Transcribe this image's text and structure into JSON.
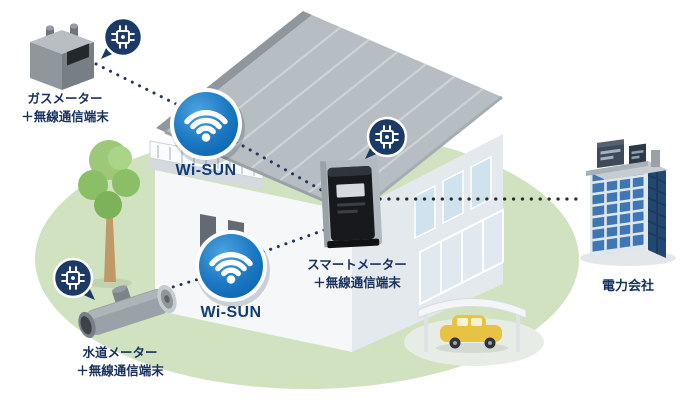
{
  "diagram": {
    "nodes": {
      "gas_meter": {
        "label_line1": "ガスメーター",
        "label_line2": "＋無線通信端末",
        "icon": "circuit-chip-icon"
      },
      "water_meter": {
        "label_line1": "水道メーター",
        "label_line2": "＋無線通信端末",
        "icon": "circuit-chip-icon"
      },
      "smart_meter": {
        "label_line1": "スマートメーター",
        "label_line2": "＋無線通信端末",
        "icon": "circuit-chip-icon"
      },
      "wisun_upper": {
        "label": "Wi-SUN",
        "icon": "wifi-icon"
      },
      "wisun_lower": {
        "label": "Wi-SUN",
        "icon": "wifi-icon"
      },
      "power_company": {
        "label": "電力会社"
      }
    },
    "connections": [
      {
        "from": "gas_meter",
        "to": "wisun_upper",
        "style": "dotted"
      },
      {
        "from": "wisun_upper",
        "to": "smart_meter",
        "style": "dotted"
      },
      {
        "from": "water_meter",
        "to": "wisun_lower",
        "style": "dotted"
      },
      {
        "from": "wisun_lower",
        "to": "smart_meter",
        "style": "dotted"
      },
      {
        "from": "smart_meter",
        "to": "power_company",
        "style": "dotted"
      }
    ],
    "colors": {
      "wisun_circle_blue": "#1173bd",
      "label_navy": "#17305c",
      "wisun_label_blue": "#0f3e75",
      "badge_navy": "#1d3a66",
      "ground_green": "#d0e2bf",
      "building_blue": "#3f77b6",
      "connector_dark": "#22355f"
    }
  }
}
